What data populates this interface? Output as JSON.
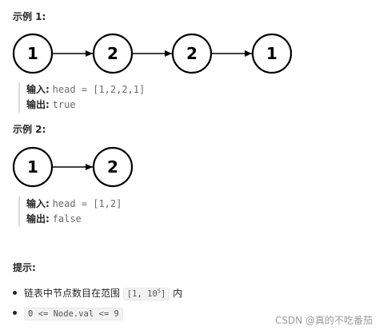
{
  "example1": {
    "title": "示例 1:",
    "nodes": [
      "1",
      "2",
      "2",
      "1"
    ],
    "input_label": "输入:",
    "input_value": "head = [1,2,2,1]",
    "output_label": "输出:",
    "output_value": "true"
  },
  "example2": {
    "title": "示例 2:",
    "nodes": [
      "1",
      "2"
    ],
    "input_label": "输入:",
    "input_value": "head = [1,2]",
    "output_label": "输出:",
    "output_value": "false"
  },
  "hints": {
    "title": "提示:",
    "item1_text": "链表中节点数目在范围",
    "item1_code_prefix": "[1, 10",
    "item1_code_exp": "5",
    "item1_code_suffix": "]",
    "item1_suffix": "内",
    "item2_code": "0 <= Node.val <= 9"
  },
  "watermark": "CSDN @真的不吃番茄"
}
